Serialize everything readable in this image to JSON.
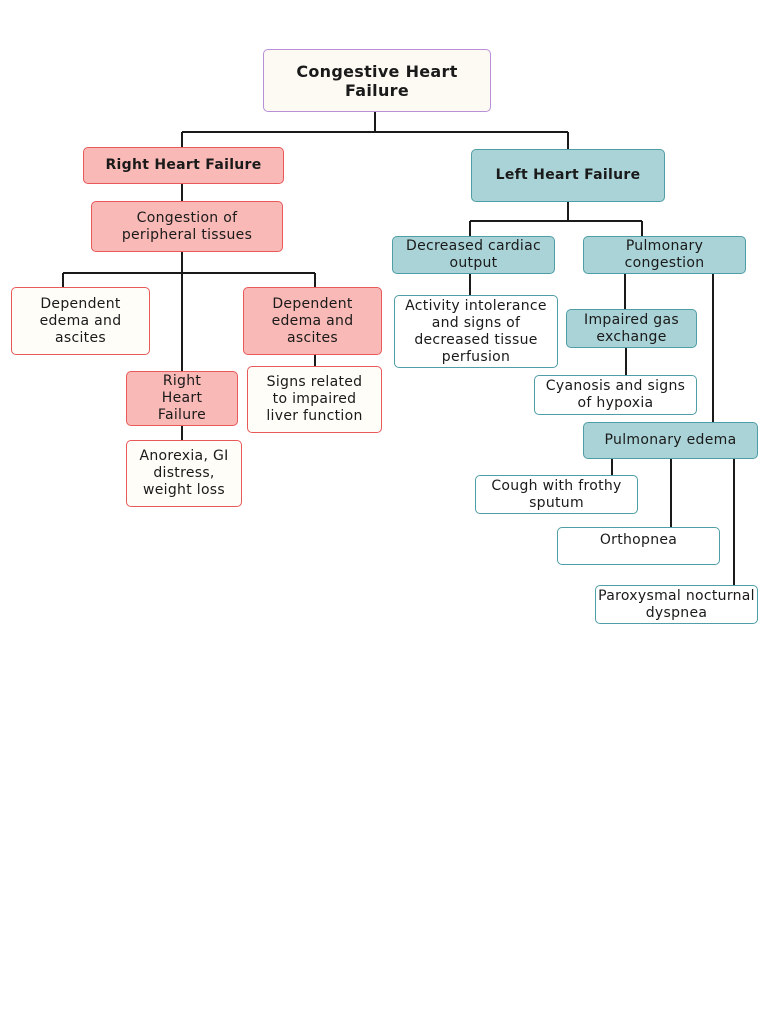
{
  "diagram": {
    "root": "Congestive Heart Failure",
    "right_branch": {
      "title": "Right Heart Failure",
      "congestion": "Congestion of peripheral tissues",
      "dependent_edema_left": "Dependent edema and ascites",
      "dependent_edema_right": "Dependent edema and ascites",
      "right_heart_failure_sub": "Right Heart Failure",
      "anorexia": "Anorexia, GI distress, weight loss",
      "liver": "Signs related to impaired liver function"
    },
    "left_branch": {
      "title": "Left Heart Failure",
      "decreased_output": "Decreased cardiac output",
      "activity_intolerance": "Activity intolerance and signs of decreased tissue perfusion",
      "pulmonary_congestion": "Pulmonary congestion",
      "impaired_gas": "Impaired gas exchange",
      "cyanosis": "Cyanosis and signs of hypoxia",
      "pulmonary_edema": "Pulmonary edema",
      "cough": "Cough with frothy sputum",
      "orthopnea": "Orthopnea",
      "pnd": "Paroxysmal nocturnal dyspnea"
    },
    "colors": {
      "right_fill": "#f9b9b6",
      "right_border": "#e85a5a",
      "left_fill": "#a9d3d6",
      "left_border": "#4f9ea5",
      "root_border": "#b98fd8"
    }
  }
}
